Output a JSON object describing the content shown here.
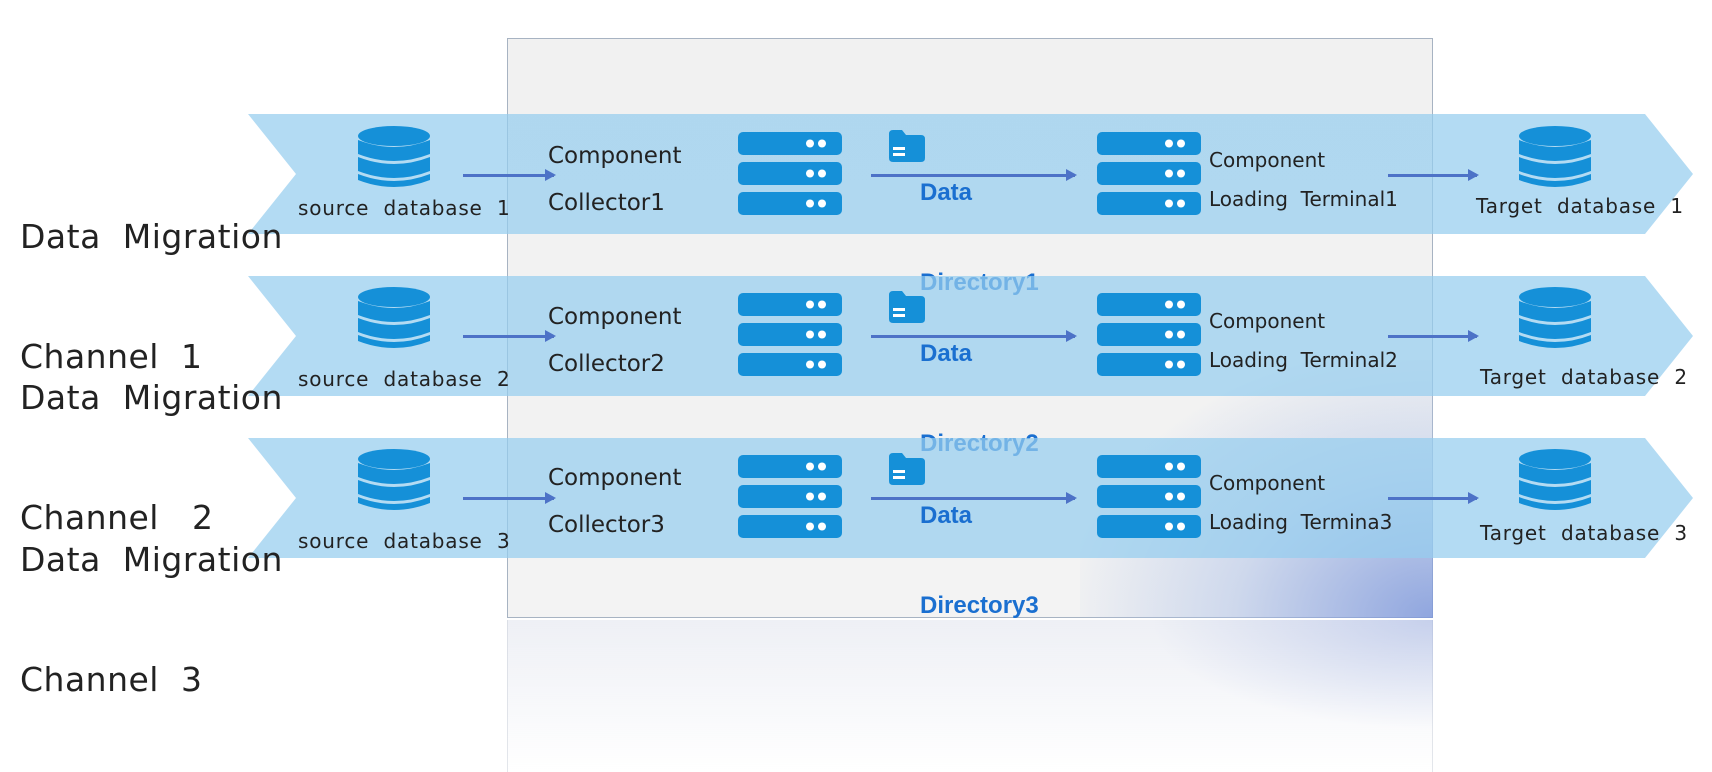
{
  "channels": [
    {
      "label_line1": "Data  Migration",
      "label_line2": "Channel  1",
      "source": "source  database  1",
      "collector_line1": "Component",
      "collector_line2": "Collector1",
      "directory_line1": "Data",
      "directory_line2": "Directory1",
      "terminal_line1": "Component",
      "terminal_line2": "Loading  Terminal1",
      "target": "Target  database  1"
    },
    {
      "label_line1": "Data  Migration",
      "label_line2": "Channel   2",
      "source": "source  database  2",
      "collector_line1": "Component",
      "collector_line2": "Collector2",
      "directory_line1": "Data",
      "directory_line2": "Directory2",
      "terminal_line1": "Component",
      "terminal_line2": "Loading  Terminal2",
      "target": "Target  database  2"
    },
    {
      "label_line1": "Data  Migration",
      "label_line2": "Channel  3",
      "source": "source  database  3",
      "collector_line1": "Component",
      "collector_line2": "Collector3",
      "directory_line1": "Data",
      "directory_line2": "Directory3",
      "terminal_line1": "Component",
      "terminal_line2": "Loading  Termina3",
      "target": "Target  database  3"
    }
  ],
  "icons": {
    "source": "database-icon",
    "collector": "server-icon",
    "directory": "folder-icon",
    "terminal": "server-icon",
    "target": "database-icon"
  },
  "colors": {
    "band": "#96cdee",
    "icon": "#1590d8",
    "arrow": "#4d72c7",
    "directory_text": "#1a6fd0",
    "panel": "#f1f1f1"
  }
}
